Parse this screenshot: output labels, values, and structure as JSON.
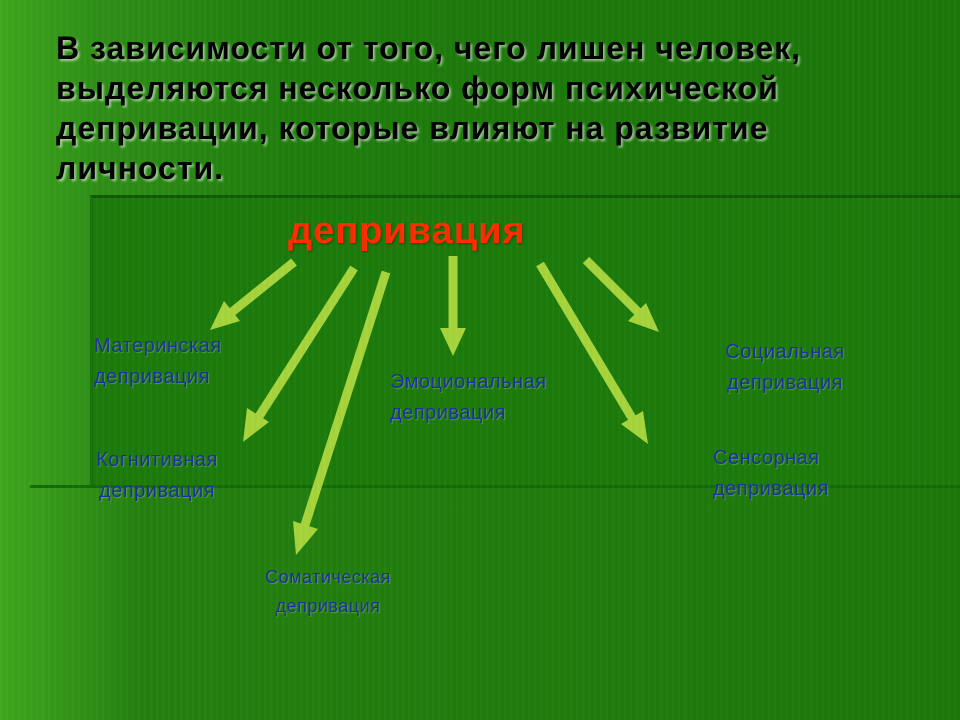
{
  "title": "В зависимости от того, чего лишен человек, выделяются несколько форм психической депривации, которые влияют на развитие личности.",
  "center": "депривация",
  "forms": [
    {
      "line1": "Материнская",
      "line2": "депривация"
    },
    {
      "line1": "Когнитивная",
      "line2": "депривация"
    },
    {
      "line1": "Соматическая",
      "line2": "депривация"
    },
    {
      "line1": "Эмоциональная",
      "line2": "депривация"
    },
    {
      "line1": "Социальная",
      "line2": "депривация"
    },
    {
      "line1": "Сенсорная",
      "line2": "депривация"
    }
  ],
  "colors": {
    "title": "#000000",
    "center": "#ff2a00",
    "labels": "#1a2f9c",
    "arrows": "#a6d43a"
  }
}
